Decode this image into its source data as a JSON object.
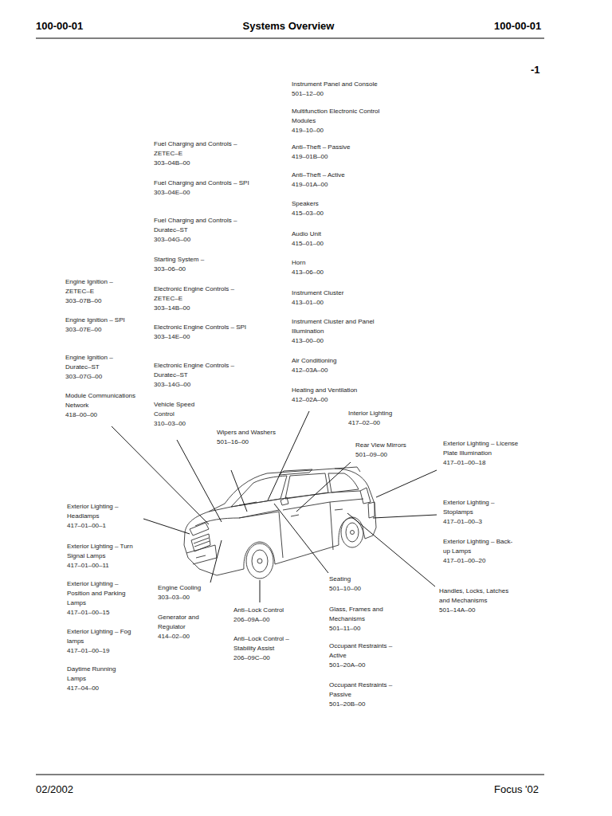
{
  "diagram": {
    "title": "Systems Overview",
    "labels": [
      "100-00-01",
      "100-00-01",
      "-1",
      "Instrument Panel and Console",
      "501–12–00",
      "Multifunction Electronic Control Modules",
      "419–10–00",
      "Anti–Theft – Passive",
      "419–01B–00",
      "Anti–Theft – Active",
      "419–01A–00",
      "Speakers",
      "415–03–00",
      "Audio Unit",
      "415–01–00",
      "Horn",
      "413–06–00",
      "Instrument Cluster",
      "413–01–00",
      "Instrument Cluster and Panel Illumination",
      "413–00–00",
      "Air Conditioning",
      "412–03A–00",
      "Heating and Ventilation",
      "412–02A–00",
      "Fuel Charging and Controls – ZETEC–E",
      "303–04B–00",
      "Fuel Charging and Controls – SPI",
      "303–04E–00",
      "Fuel Charging and Controls – Duratec–ST",
      "303–04G–00",
      "Starting System –",
      "303–06–00",
      "Electronic Engine Controls – ZETEC–E",
      "303–14B–00",
      "Electronic Engine Controls – SPI",
      "303–14E–00",
      "Electronic Engine Controls – Duratec–ST",
      "303–14G–00",
      "Vehicle Speed Control",
      "310–03–00",
      "Engine Ignition – ZETEC–E",
      "303–07B–00",
      "Engine Ignition – SPI",
      "303–07E–00",
      "Engine Ignition – Duratec–ST",
      "303–07G–00",
      "Module Communications Network",
      "418–00–00",
      "Wipers and Washers",
      "501–16–00",
      "Interior Lighting",
      "417–02–00",
      "Rear View Mirrors",
      "501–09–00",
      "Exterior Lighting – License Plate Illumination",
      "417–01–00–18",
      "Exterior Lighting – Stoplamps",
      "417–01–00–3",
      "Exterior Lighting – Back-up Lamps",
      "417–01–00–20",
      "Handles, Locks, Latches and Mechanisms",
      "501–14A–00",
      "Exterior Lighting – Headlamps",
      "417–01–00–1",
      "Exterior Lighting – Turn Signal Lamps",
      "417–01–00–11",
      "Exterior Lighting – Position and Parking Lamps",
      "417–01–00–15",
      "Exterior Lighting – Fog lamps",
      "417–01–00–19",
      "Daytime Running Lamps",
      "417–04–00",
      "Engine Cooling",
      "303–03–00",
      "Generator and Regulator",
      "414–02–00",
      "Anti–Lock Control",
      "206–09A–00",
      "Anti–Lock Control – Stability Assist",
      "206–09C–00",
      "Seating",
      "501–10–00",
      "Glass, Frames and Mechanisms",
      "501–11–00",
      "Occupant Restraints – Active",
      "501–20A–00",
      "Occupant Restraints – Passive",
      "501–20B–00",
      "02/2002",
      "Focus '02"
    ]
  }
}
